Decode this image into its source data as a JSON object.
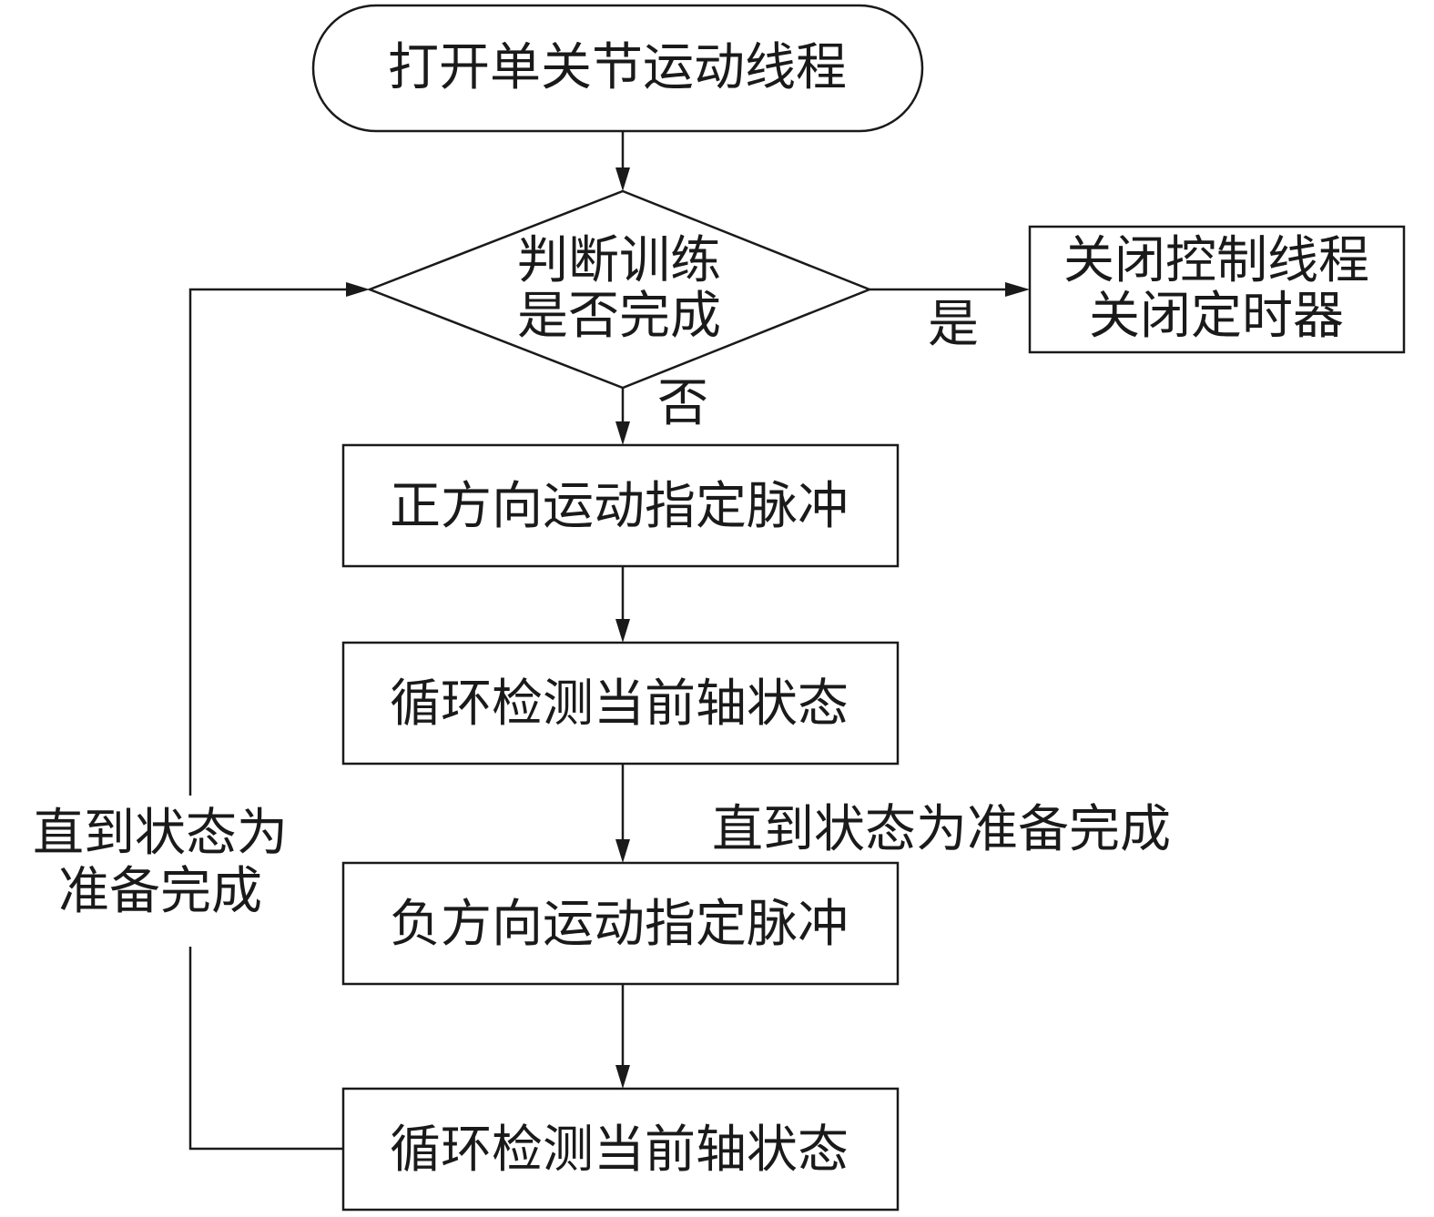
{
  "flowchart": {
    "start": "打开单关节运动线程",
    "decision": {
      "line1": "判断训练",
      "line2": "是否完成"
    },
    "end_box": {
      "line1": "关闭控制线程",
      "line2": "关闭定时器"
    },
    "yes_label": "是",
    "no_label": "否",
    "step_forward_pulse": "正方向运动指定脉冲",
    "step_check_1": "循环检测当前轴状态",
    "until_ready_inline": "直到状态为准备完成",
    "step_backward_pulse": "负方向运动指定脉冲",
    "step_check_2": "循环检测当前轴状态",
    "loop_label": {
      "line1": "直到状态为",
      "line2": "准备完成"
    }
  }
}
